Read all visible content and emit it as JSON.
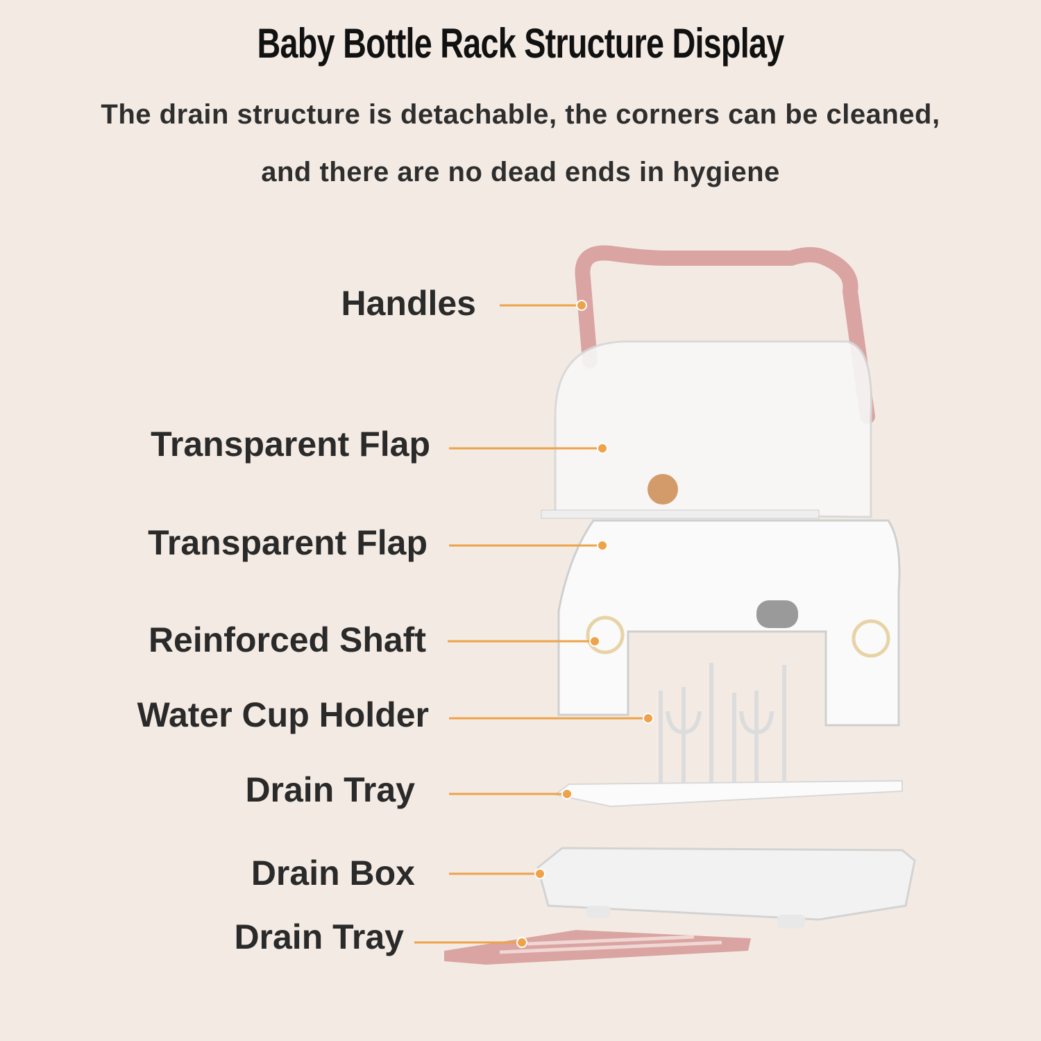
{
  "title": "Baby Bottle Rack Structure Display",
  "subtitle_lines": [
    "The drain structure is detachable, the corners can be cleaned,",
    "and there are no dead ends in hygiene"
  ],
  "labels": [
    "Handles",
    "Transparent Flap",
    "Transparent Flap",
    "Reinforced Shaft",
    "Water Cup Holder",
    "Drain Tray",
    "Drain Box",
    "Drain Tray"
  ],
  "colors": {
    "background": "#f3ebe3",
    "leader": "#eea24a",
    "pink": "#d9a4a2",
    "text": "#2a2a2a"
  }
}
